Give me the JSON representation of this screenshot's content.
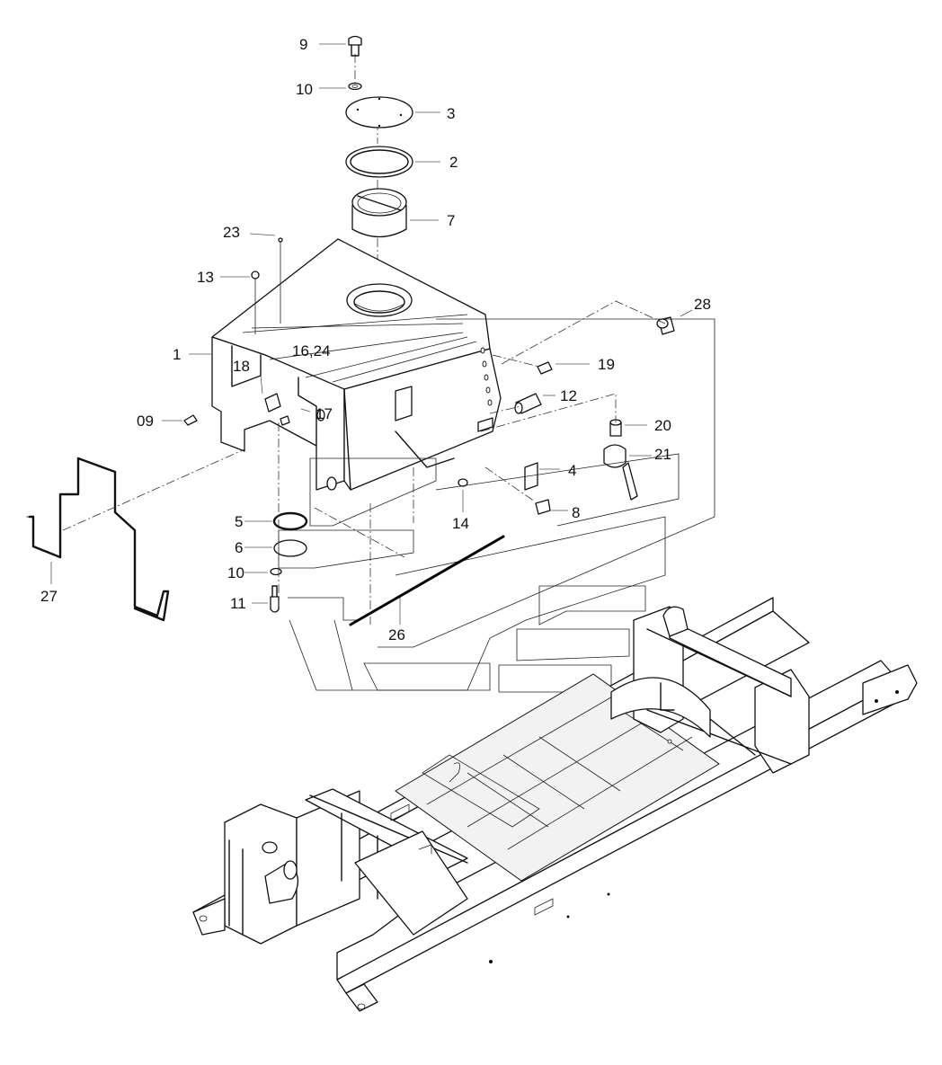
{
  "diagram": {
    "callouts": [
      "9",
      "10",
      "3",
      "2",
      "7",
      "23",
      "13",
      "28",
      "1",
      "16,24",
      "18",
      "19",
      "12",
      "17",
      "09",
      "20",
      "21",
      "4",
      "8",
      "5",
      "14",
      "6",
      "10",
      "27",
      "11",
      "26"
    ]
  }
}
